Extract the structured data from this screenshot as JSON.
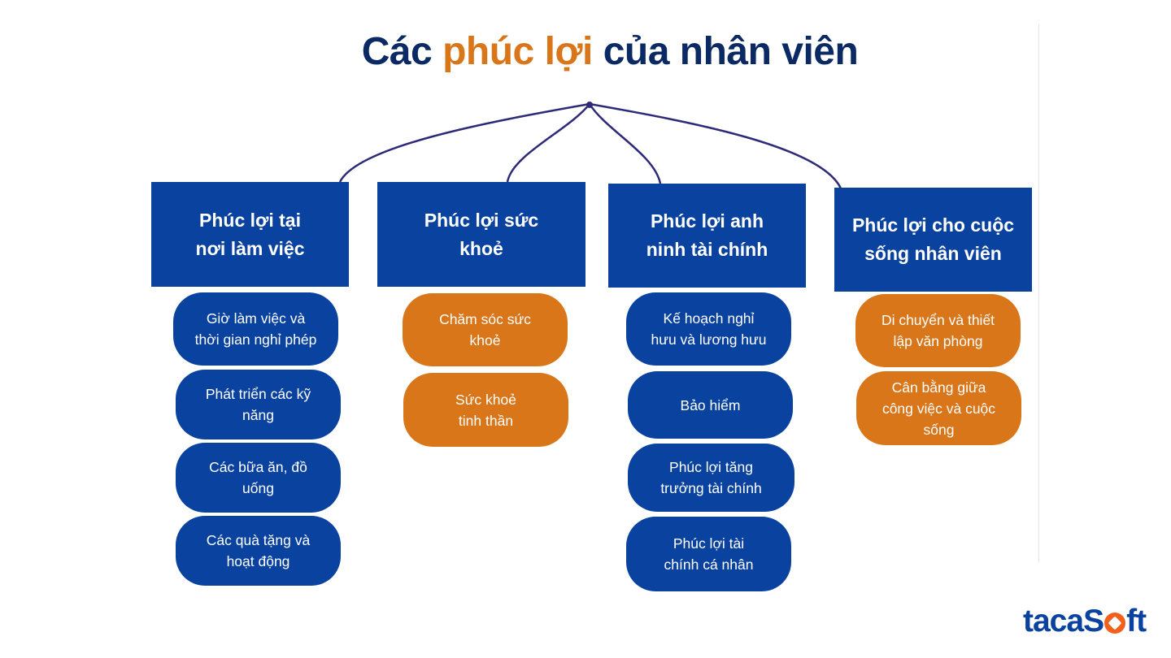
{
  "title": {
    "part1": "Các ",
    "accent": "phúc lợi",
    "part2": " của nhân viên"
  },
  "colors": {
    "navy_title": "#0b2a63",
    "accent_orange": "#d9761a",
    "box_blue": "#0a42a0",
    "connector": "#2d2a78",
    "logo_orange": "#f2601d"
  },
  "columns": [
    {
      "header_line1": "Phúc lợi tại",
      "header_line2": "nơi làm việc",
      "items": [
        {
          "line1": "Giờ làm việc và",
          "line2": "thời gian nghỉ phép",
          "color": "blue"
        },
        {
          "line1": "Phát triển các kỹ",
          "line2": "năng",
          "color": "blue"
        },
        {
          "line1": "Các bữa ăn, đồ",
          "line2": "uống",
          "color": "blue"
        },
        {
          "line1": "Các quà tặng và",
          "line2": "hoạt động",
          "color": "blue"
        }
      ]
    },
    {
      "header_line1": "Phúc lợi sức",
      "header_line2": "khoẻ",
      "items": [
        {
          "line1": "Chăm sóc sức",
          "line2": "khoẻ",
          "color": "orange"
        },
        {
          "line1": "Sức khoẻ",
          "line2": "tinh thần",
          "color": "orange"
        }
      ]
    },
    {
      "header_line1": "Phúc lợi anh",
      "header_line2": "ninh tài chính",
      "items": [
        {
          "line1": "Kế hoạch nghỉ",
          "line2": "hưu và lương hưu",
          "color": "blue"
        },
        {
          "line1": "Bảo hiểm",
          "line2": "",
          "color": "blue"
        },
        {
          "line1": "Phúc lợi tăng",
          "line2": "trưởng tài chính",
          "color": "blue"
        },
        {
          "line1": "Phúc lợi tài",
          "line2": "chính cá nhân",
          "color": "blue"
        }
      ]
    },
    {
      "header_line1": "Phúc lợi cho cuộc",
      "header_line2": "sống nhân viên",
      "items": [
        {
          "line1": "Di chuyển và thiết",
          "line2": "lập văn phòng",
          "color": "orange"
        },
        {
          "line1": "Cân bằng giữa",
          "line2": "công việc và cuộc",
          "line3": "sống",
          "color": "orange"
        }
      ]
    }
  ],
  "logo": {
    "part1": "taca",
    "part2": "S",
    "part3": "ft"
  }
}
